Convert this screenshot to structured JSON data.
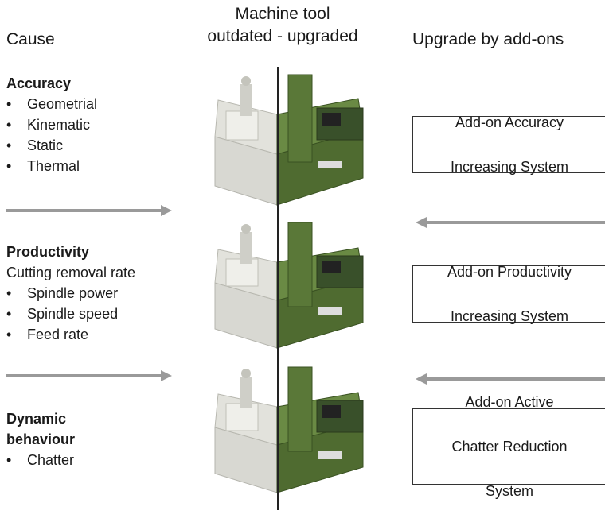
{
  "headers": {
    "cause": "Cause",
    "middle_line1": "Machine tool",
    "middle_line2": "outdated - upgraded",
    "right": "Upgrade by add-ons"
  },
  "causes": [
    {
      "title": "Accuracy",
      "subtitle": "",
      "items": [
        "Geometrial",
        "Kinematic",
        "Static",
        "Thermal"
      ]
    },
    {
      "title": "Productivity",
      "subtitle": "Cutting removal rate",
      "items": [
        "Spindle power",
        "Spindle speed",
        "Feed rate"
      ]
    },
    {
      "title_line1": "Dynamic",
      "title_line2": "behaviour",
      "items": [
        "Chatter"
      ]
    }
  ],
  "bullet": "•",
  "addons": [
    {
      "line1": "Add-on Accuracy",
      "line2": "Increasing System"
    },
    {
      "line1": "Add-on Productivity",
      "line2": "Increasing System"
    },
    {
      "line1": "Add-on Active",
      "line2": "Chatter Reduction",
      "line3": "System"
    }
  ],
  "colors": {
    "arrow": "#9a9a9a",
    "machine_outdated": "#c8c8c0",
    "machine_upgraded": "#5e7a3a"
  },
  "icons": {
    "machine": "milling-machine-image"
  }
}
